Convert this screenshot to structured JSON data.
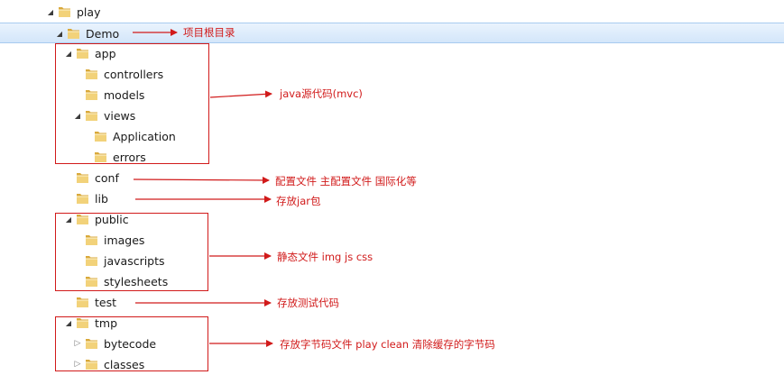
{
  "tree": {
    "rows": [
      {
        "label": "play",
        "expanded": true
      },
      {
        "label": "Demo",
        "expanded": true,
        "selected": true
      },
      {
        "label": "app",
        "expanded": true
      },
      {
        "label": "controllers"
      },
      {
        "label": "models"
      },
      {
        "label": "views",
        "expanded": true
      },
      {
        "label": "Application"
      },
      {
        "label": "errors"
      },
      {
        "label": "conf"
      },
      {
        "label": "lib"
      },
      {
        "label": "public",
        "expanded": true
      },
      {
        "label": "images"
      },
      {
        "label": "javascripts"
      },
      {
        "label": "stylesheets"
      },
      {
        "label": "test"
      },
      {
        "label": "tmp",
        "expanded": true
      },
      {
        "label": "bytecode",
        "expanded": false
      },
      {
        "label": "classes",
        "expanded": false
      }
    ]
  },
  "annotations": [
    {
      "text": "项目根目录"
    },
    {
      "text": "java源代码(mvc)"
    },
    {
      "text": "配置文件 主配置文件 国际化等"
    },
    {
      "text": "存放jar包"
    },
    {
      "text": "静态文件 img js css"
    },
    {
      "text": "存放测试代码"
    },
    {
      "text": "存放字节码文件 play clean 清除缓存的字节码"
    }
  ],
  "colors": {
    "annotation": "#d11a1a",
    "folder_front": "#f2d27a",
    "folder_back": "#d9a93b",
    "selection": "#d3e6fa"
  }
}
